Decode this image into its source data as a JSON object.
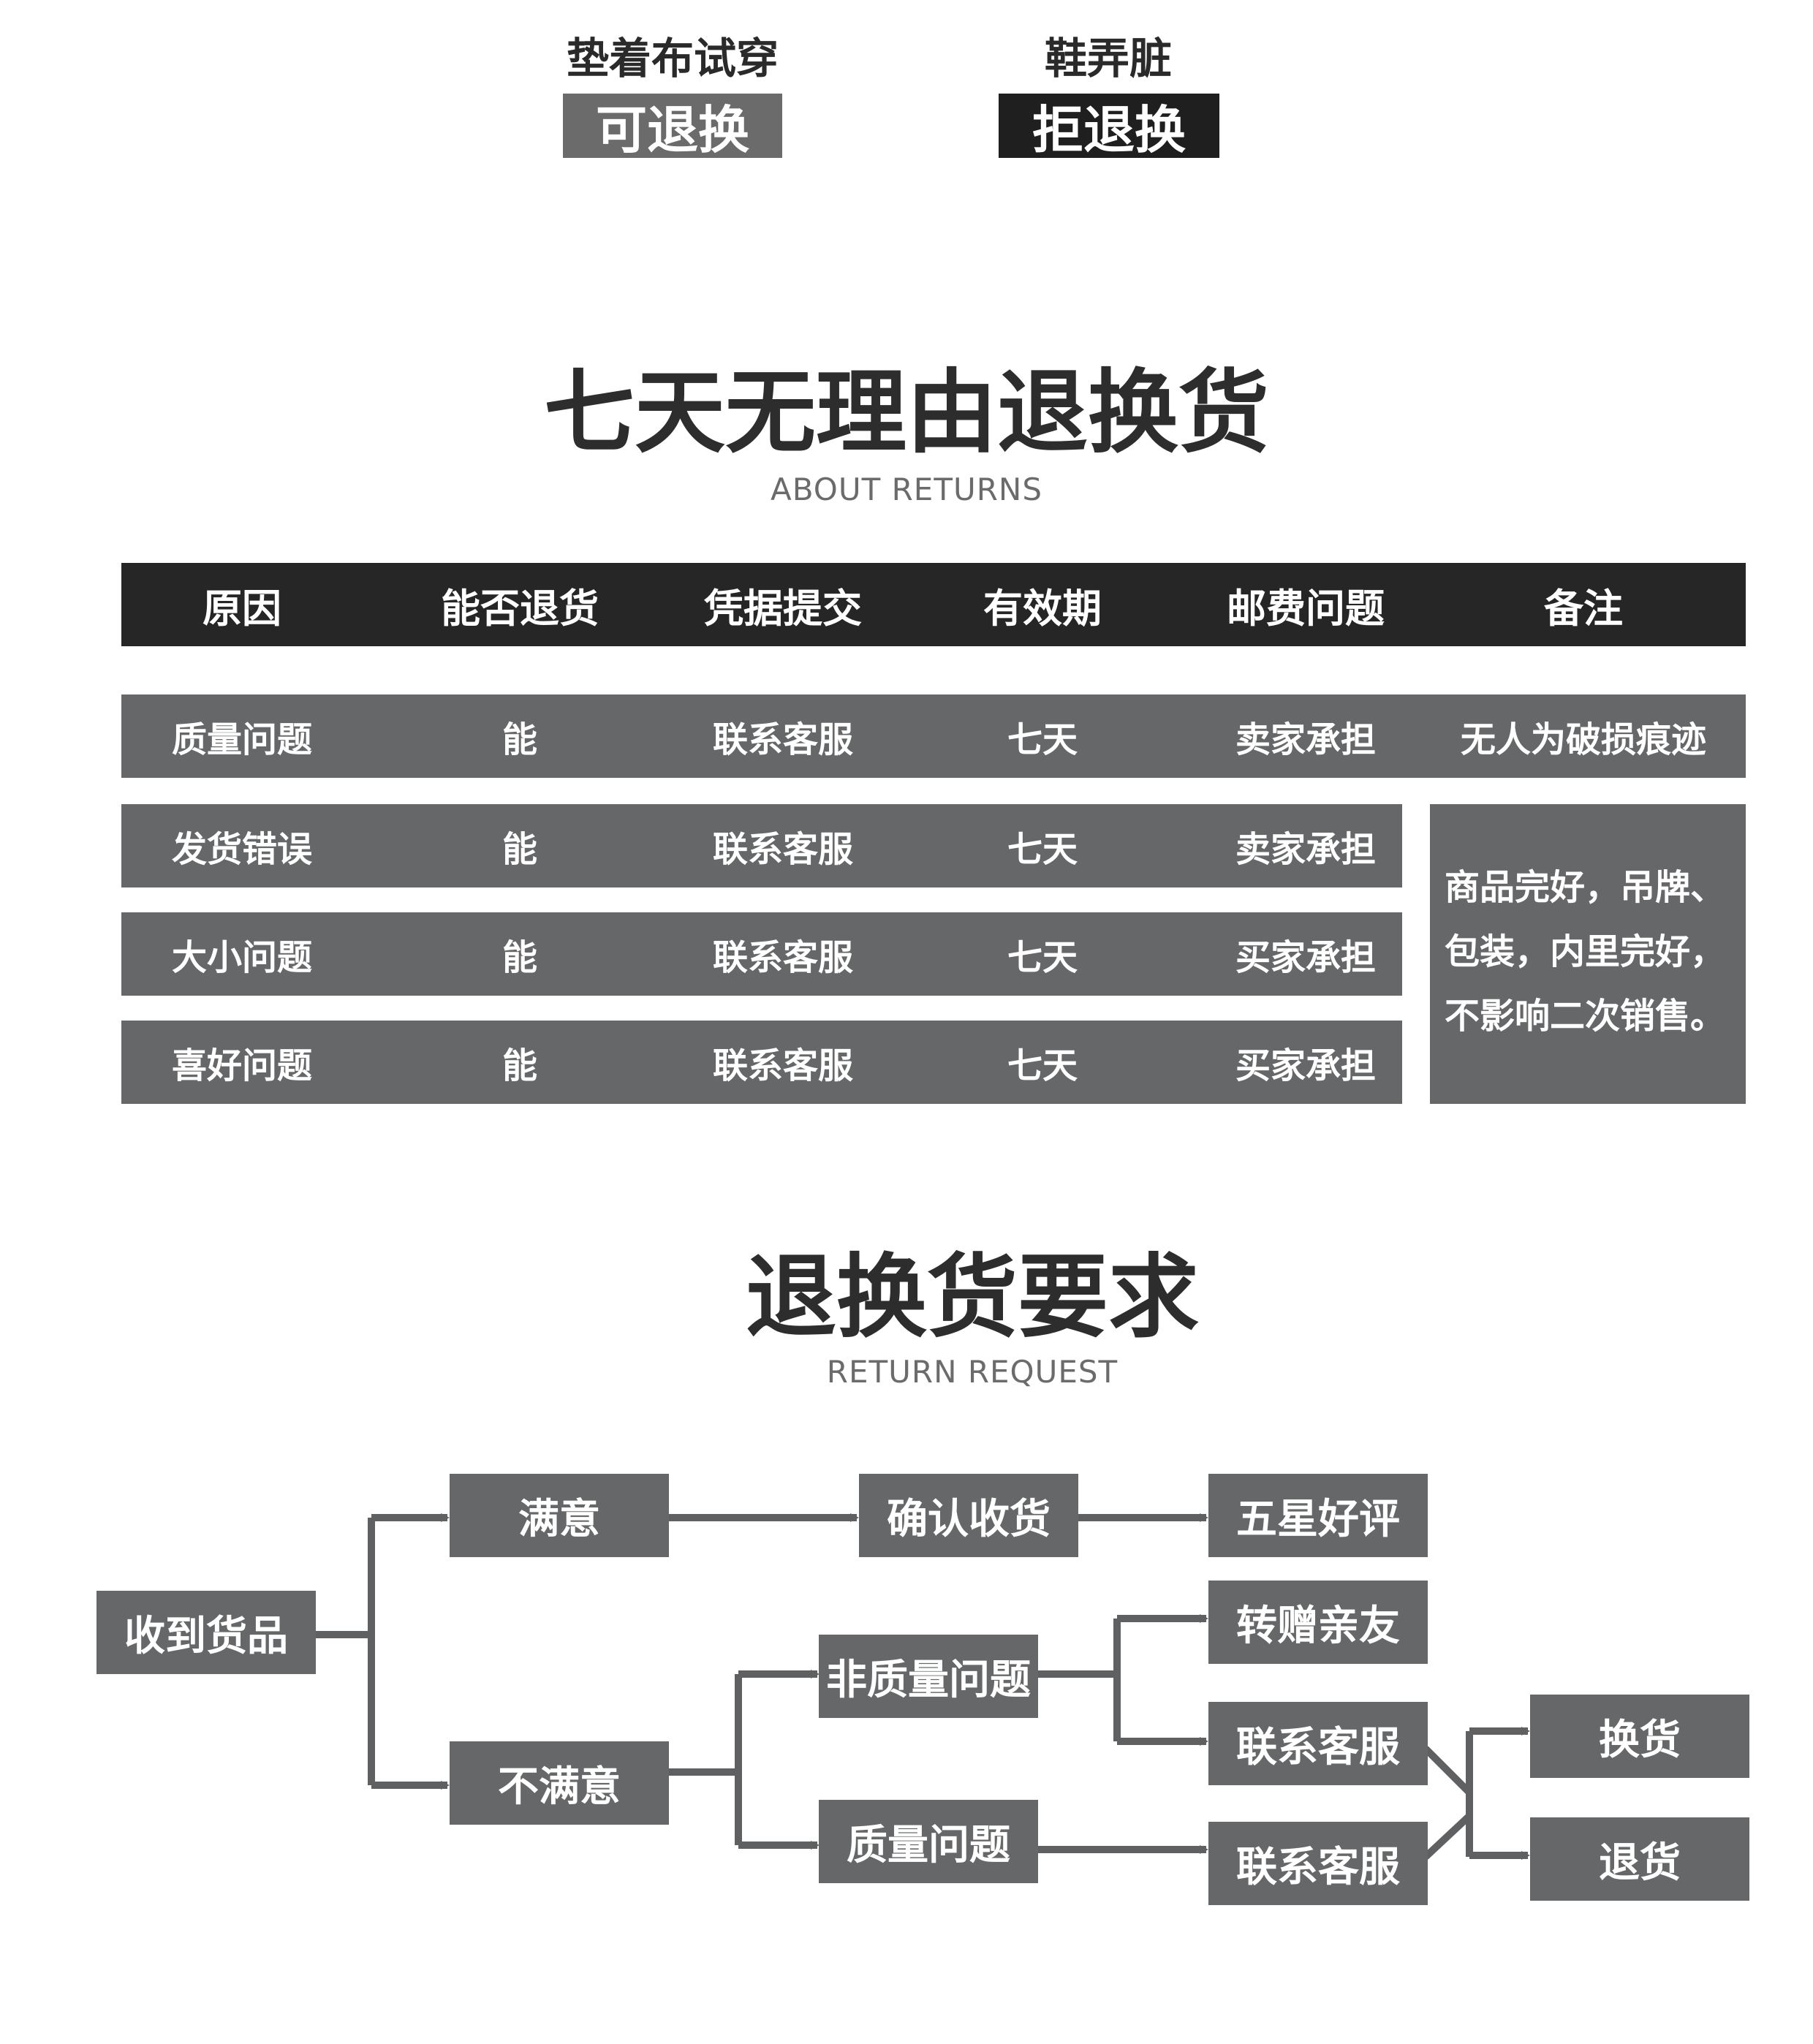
{
  "try_on": {
    "left": {
      "caption": "垫着布试穿",
      "badge": "可退换",
      "badge_color": "#6b6b6b"
    },
    "right": {
      "caption": "鞋弄脏",
      "badge": "拒退换",
      "badge_color": "#1f1f1f"
    }
  },
  "returns": {
    "title": "七天无理由退换货",
    "subtitle": "ABOUT RETURNS",
    "columns": [
      "原因",
      "能否退货",
      "凭据提交",
      "有效期",
      "邮费问题",
      "备注"
    ],
    "rows": [
      {
        "reason": "质量问题",
        "returnable": "能",
        "proof": "联系客服",
        "validity": "七天",
        "shipping": "卖家承担",
        "note": "无人为破损痕迹"
      },
      {
        "reason": "发货错误",
        "returnable": "能",
        "proof": "联系客服",
        "validity": "七天",
        "shipping": "卖家承担"
      },
      {
        "reason": "大小问题",
        "returnable": "能",
        "proof": "联系客服",
        "validity": "七天",
        "shipping": "买家承担"
      },
      {
        "reason": "喜好问题",
        "returnable": "能",
        "proof": "联系客服",
        "validity": "七天",
        "shipping": "买家承担"
      }
    ],
    "shared_note": [
      "商品完好，吊牌、",
      "包装，内里完好，",
      "不影响二次销售。"
    ]
  },
  "request": {
    "title": "退换货要求",
    "subtitle": "RETURN REQUEST",
    "nodes": {
      "received": "收到货品",
      "satisfied": "满意",
      "confirm": "确认收货",
      "five_star": "五星好评",
      "unsatisfied": "不满意",
      "non_quality": "非质量问题",
      "quality": "质量问题",
      "gift": "转赠亲友",
      "contact_a": "联系客服",
      "contact_b": "联系客服",
      "exchange": "换货",
      "refund": "退货"
    }
  },
  "colors": {
    "box": "#666768",
    "header": "#262626",
    "line": "#5f6061"
  }
}
